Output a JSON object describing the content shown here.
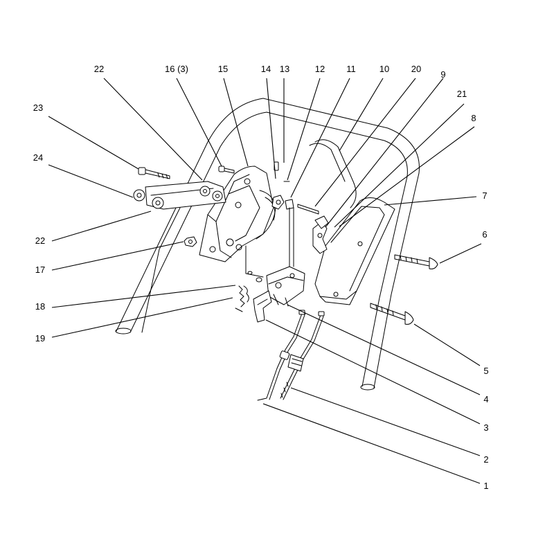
{
  "callouts": {
    "c22a": "22",
    "c16": "16 (3)",
    "c15": "15",
    "c14": "14",
    "c13": "13",
    "c12": "12",
    "c11": "11",
    "c10": "10",
    "c20": "20",
    "c9": "9",
    "c21": "21",
    "c8": "8",
    "c23": "23",
    "c24": "24",
    "c7": "7",
    "c6": "6",
    "c22b": "22",
    "c17": "17",
    "c18": "18",
    "c19": "19",
    "c5": "5",
    "c4": "4",
    "c3": "3",
    "c2": "2",
    "c1": "1"
  },
  "colors": {
    "line": "#000000",
    "background": "#ffffff"
  }
}
